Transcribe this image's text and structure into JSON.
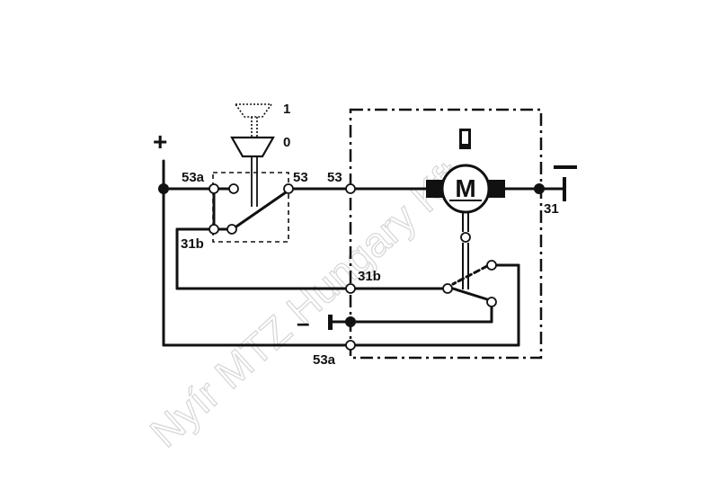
{
  "watermark": "Nyír MTZ Hungary Kft",
  "labels": {
    "plus": "+",
    "minus": "–",
    "pos_1": "1",
    "pos_0": "0",
    "t53a_top": "53a",
    "t53_switch": "53",
    "t53_box": "53",
    "t31b_left": "31b",
    "t31b_box": "31b",
    "t53a_bottom": "53a",
    "t31": "31",
    "motor": "M"
  },
  "colors": {
    "ink": "#111111",
    "background": "#ffffff",
    "watermark": "#d8d8d8"
  }
}
